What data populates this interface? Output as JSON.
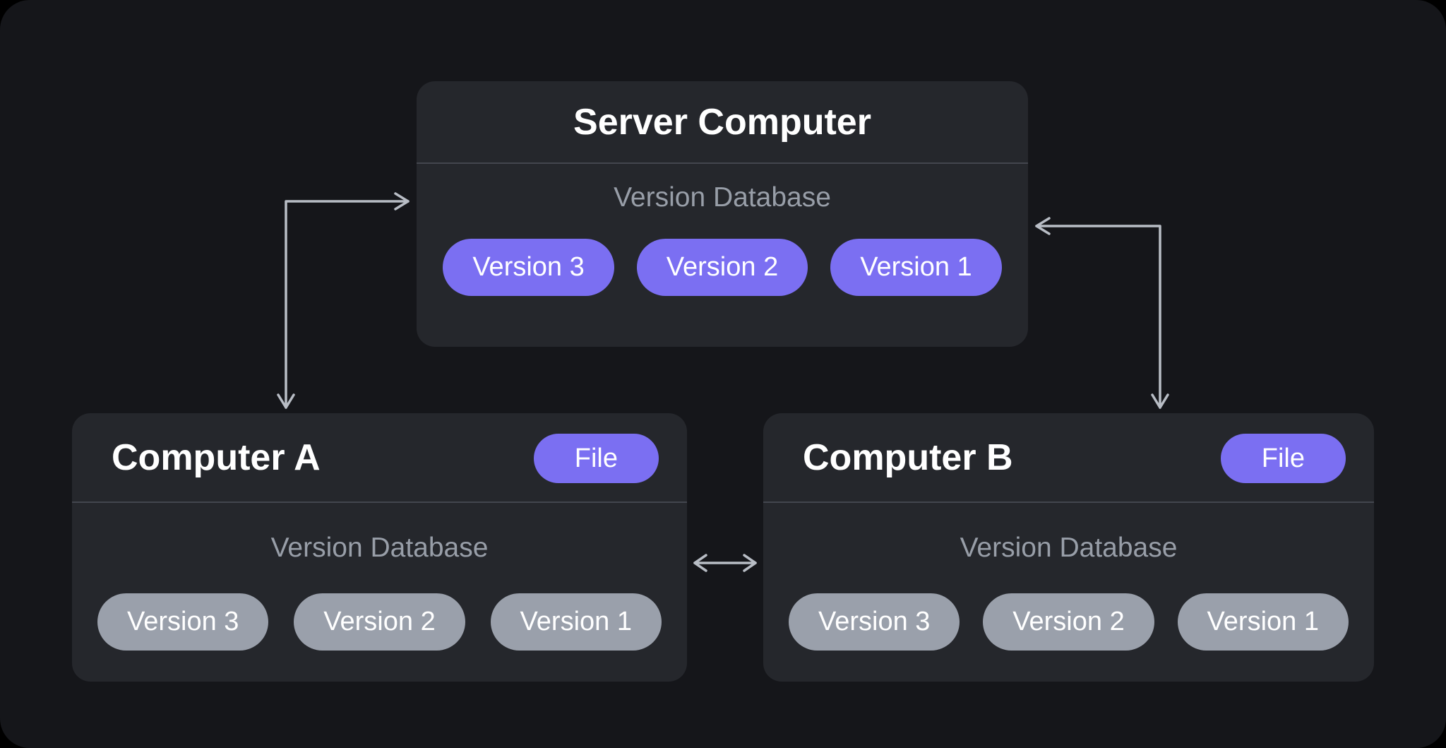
{
  "server": {
    "title": "Server Computer",
    "db_label": "Version Database",
    "versions": [
      "Version 3",
      "Version 2",
      "Version 1"
    ]
  },
  "computer_a": {
    "title": "Computer A",
    "file_label": "File",
    "db_label": "Version Database",
    "versions": [
      "Version 3",
      "Version 2",
      "Version 1"
    ]
  },
  "computer_b": {
    "title": "Computer B",
    "file_label": "File",
    "db_label": "Version Database",
    "versions": [
      "Version 3",
      "Version 2",
      "Version 1"
    ]
  },
  "colors": {
    "background": "#15161a",
    "panel": "#25272c",
    "divider": "#43464e",
    "accent_purple": "#7b6ff2",
    "pill_gray": "#9aa0ab",
    "muted_text": "#989ea8",
    "arrow": "#b8bdc5",
    "title_text": "#ffffff"
  }
}
